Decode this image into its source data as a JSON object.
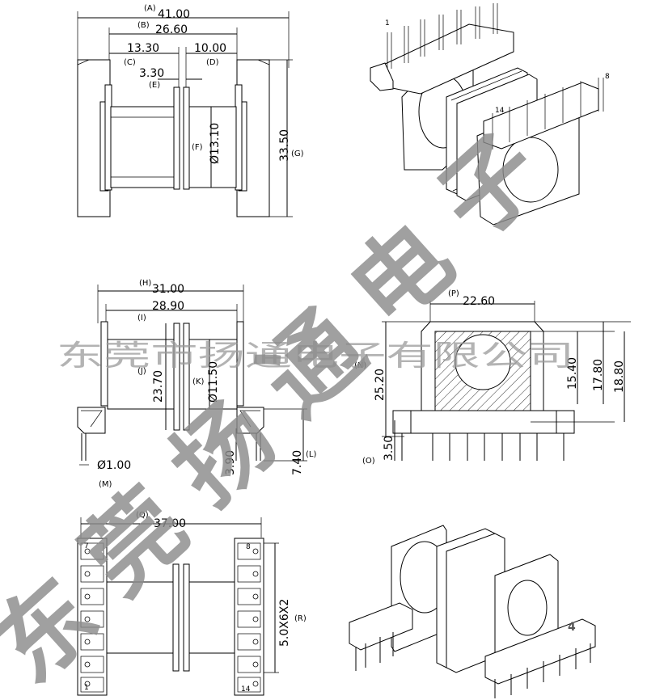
{
  "top_view": {
    "A": {
      "letter": "(A)",
      "value": "41.00"
    },
    "B": {
      "letter": "(B)",
      "value": "26.60"
    },
    "C": {
      "letter": "(C)",
      "value": "13.30"
    },
    "D": {
      "letter": "(D)",
      "value": "10.00"
    },
    "E": {
      "letter": "(E)",
      "value": "3.30"
    },
    "F": {
      "letter": "(F)",
      "value": "Ø13.10"
    },
    "G": {
      "letter": "(G)",
      "value": "33.50"
    }
  },
  "side_view": {
    "H": {
      "letter": "(H)",
      "value": "31.00"
    },
    "I": {
      "letter": "(I)",
      "value": "28.90"
    },
    "J": {
      "letter": "(J)",
      "value": "23.70"
    },
    "K": {
      "letter": "(K)",
      "value": "Ø11.50"
    },
    "L": {
      "letter": "(L)",
      "value": "7.40"
    },
    "L2": {
      "value": "3.90"
    },
    "M": {
      "letter": "(M)",
      "value": "Ø1.00"
    }
  },
  "end_view": {
    "N": {
      "letter": "(N)",
      "value": "25.20"
    },
    "O": {
      "letter": "(O)",
      "value": "3.50"
    },
    "P": {
      "letter": "(P)",
      "value": "22.60"
    },
    "v1": {
      "value": "15.40"
    },
    "v2": {
      "value": "17.80"
    },
    "v3": {
      "value": "18.80"
    }
  },
  "bottom_view": {
    "Q": {
      "letter": "(Q)",
      "value": "37.00"
    },
    "R": {
      "letter": "(R)",
      "value": "5.0X6X2"
    },
    "pins": {
      "p1": "1",
      "p7": "7",
      "p8": "8",
      "p14": "14"
    }
  },
  "iso_top": {
    "pin1": "1",
    "pin8": "8",
    "pin14": "14"
  },
  "iso_bottom": {
    "mark": "4"
  },
  "watermark": {
    "line": "东莞市扬通电子有限公司",
    "diagonal": [
      "东",
      "莞",
      "扬",
      "通",
      "电",
      "子"
    ]
  }
}
